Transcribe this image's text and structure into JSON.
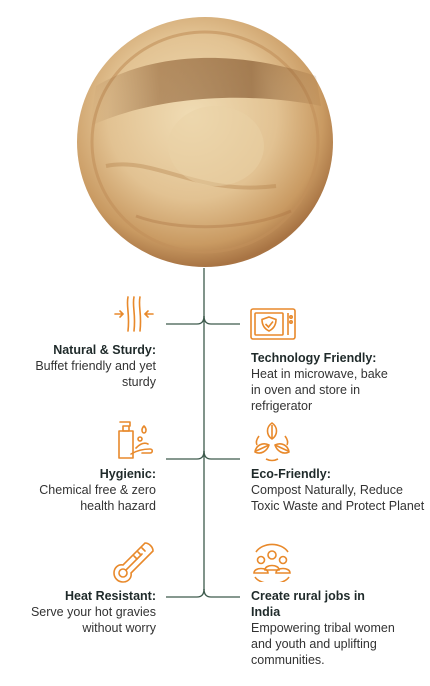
{
  "colors": {
    "accent": "#e8892b",
    "line": "#3d5a4c",
    "plate_light": "#e6cfa3",
    "plate_dark": "#9c6a3c"
  },
  "features": {
    "natural": {
      "icon": "compress-arrows-icon",
      "title": "Natural & Sturdy:",
      "desc": "Buffet friendly and yet sturdy"
    },
    "technology": {
      "icon": "microwave-icon",
      "title": "Technology Friendly:",
      "desc": "Heat in microwave, bake in oven and store in refrigerator"
    },
    "hygienic": {
      "icon": "handwash-icon",
      "title": "Hygienic:",
      "desc": "Chemical free & zero health hazard"
    },
    "eco": {
      "icon": "leaf-cycle-icon",
      "title": "Eco-Friendly:",
      "desc": "Compost Naturally, Reduce Toxic Waste and Protect Planet"
    },
    "heat": {
      "icon": "thermometer-icon",
      "title": "Heat Resistant:",
      "desc": "Serve your hot gravies without worry"
    },
    "jobs": {
      "icon": "community-icon",
      "title": "Create rural jobs in India",
      "desc": "Empowering tribal women and youth and uplifting communities."
    }
  }
}
